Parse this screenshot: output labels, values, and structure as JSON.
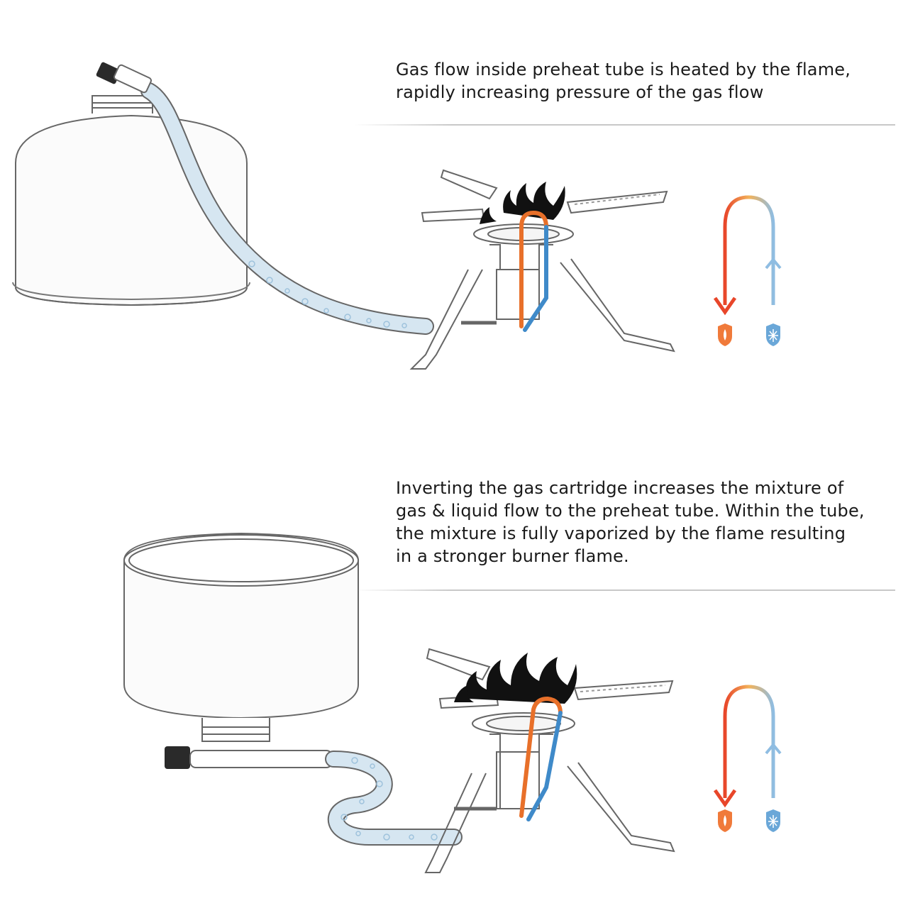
{
  "top_panel": {
    "caption_lines": [
      "Gas flow inside preheat tube is heated by the flame,",
      "rapidly increasing pressure of the gas flow"
    ],
    "cartridge_orientation": "upright"
  },
  "bottom_panel": {
    "caption_lines": [
      "Inverting the gas cartridge increases the mixture of",
      "gas & liquid flow to the preheat tube. Within the tube,",
      "the mixture is fully vaporized by the flame resulting",
      "in a stronger burner flame."
    ],
    "cartridge_orientation": "inverted"
  },
  "legend_icons": {
    "hot_icon": "flame-shield-icon",
    "cold_icon": "snowflake-shield-icon"
  },
  "colors": {
    "hot": "#e8462a",
    "hot_light": "#f5a34a",
    "cold": "#3f8ac9",
    "cold_light": "#b5d5ee",
    "line": "#555555",
    "gas_tube": "#cfe0ec"
  }
}
